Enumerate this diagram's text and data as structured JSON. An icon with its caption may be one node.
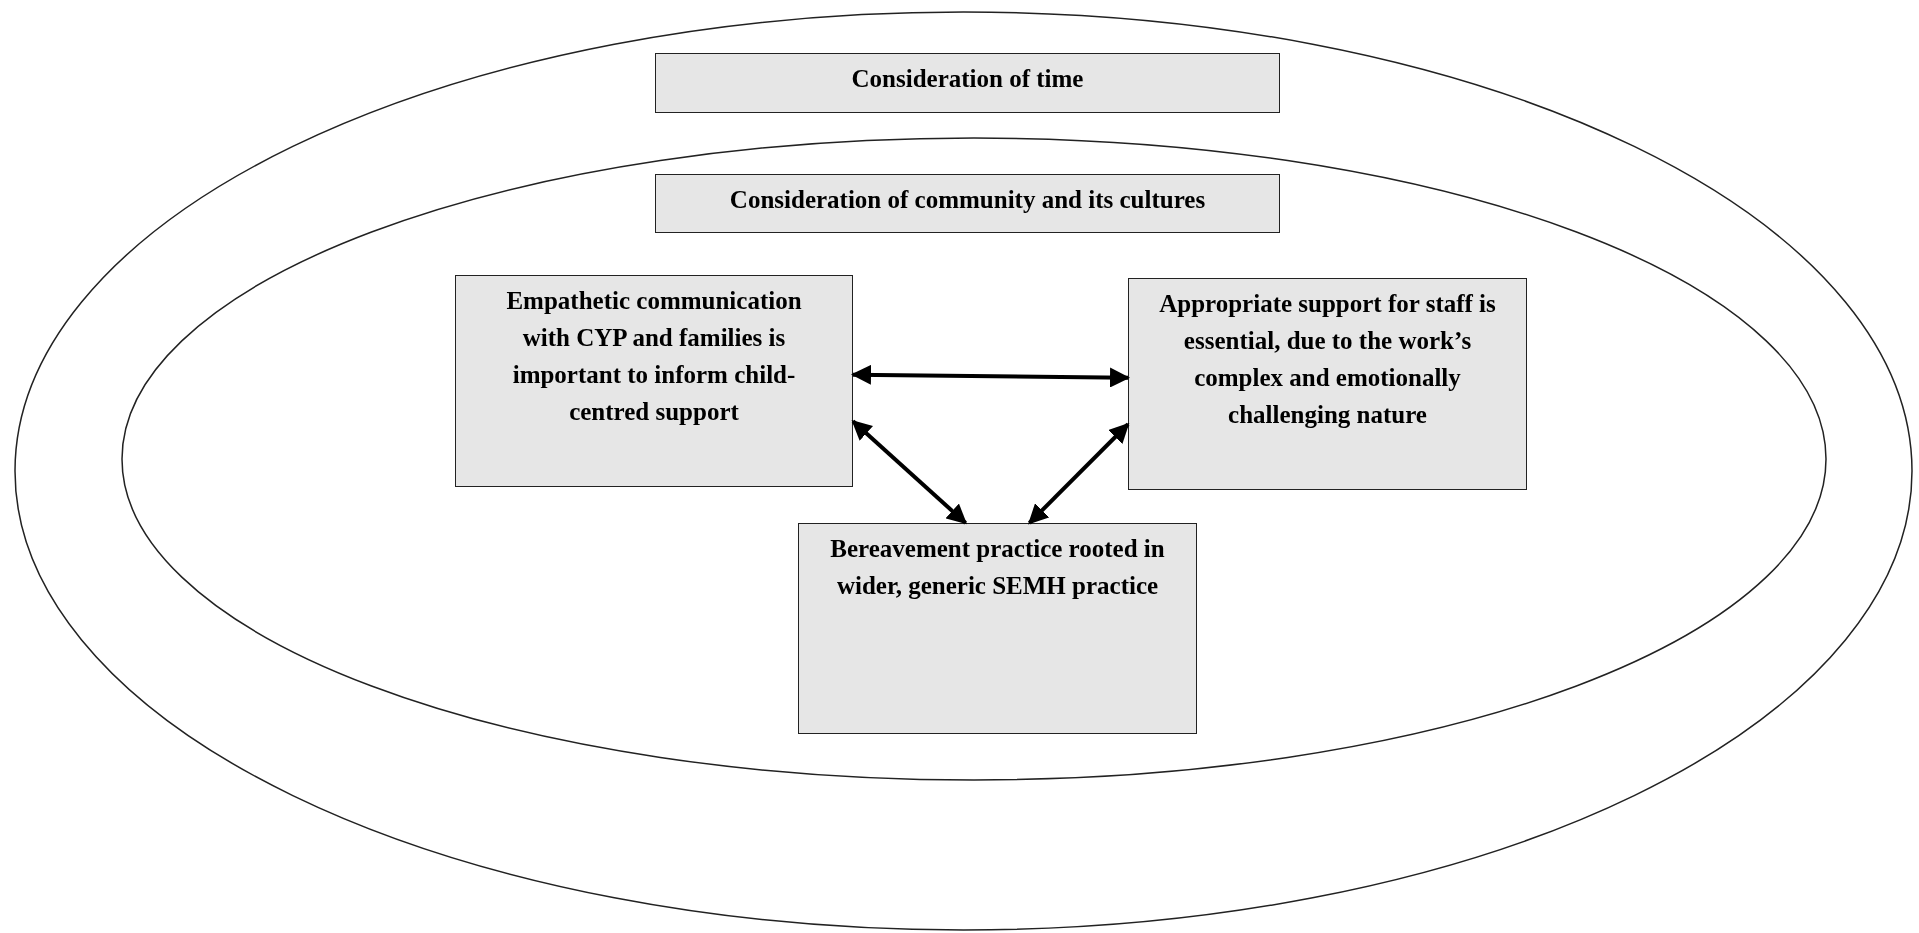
{
  "diagram": {
    "nodes": [
      {
        "text": [],
        "shape": "ellipse"
      },
      {
        "text": [
          "Consideration of time"
        ],
        "in": 0
      },
      {
        "text": [],
        "shape": "ellipse",
        "in": 0
      },
      {
        "text": [
          "Consideration of community and its cultures"
        ],
        "in": 2
      },
      {
        "text": [
          "Empathetic communication with CYP and families is important to inform child-centred support"
        ],
        "in": 2
      },
      {
        "text": [
          "Appropriate support for staff is essential, due to the work’s complex and emotionally challenging nature"
        ],
        "in": 2
      },
      {
        "text": [
          "Bereavement practice rooted in wider, generic SEMH practice"
        ],
        "in": 2
      }
    ],
    "edges": [
      {
        "from": 4,
        "to": 5,
        "arrow": "both"
      },
      {
        "from": 4,
        "to": 6,
        "arrow": "both"
      },
      {
        "from": 5,
        "to": 6,
        "arrow": "both"
      }
    ]
  }
}
